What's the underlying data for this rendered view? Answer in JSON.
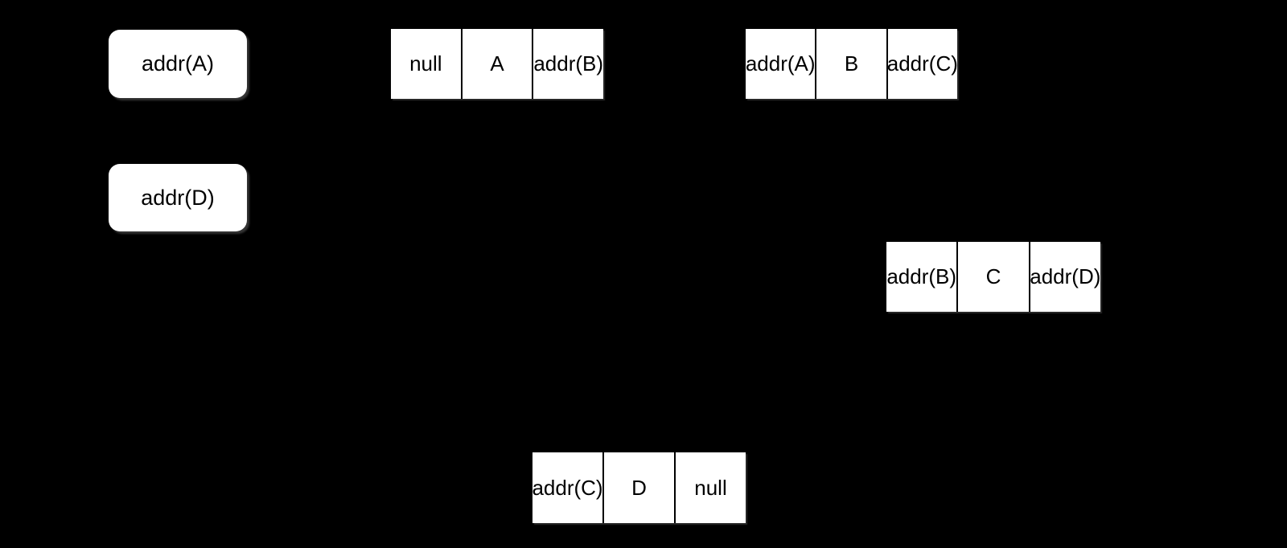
{
  "canvas": {
    "background_color": "#000000",
    "box_fill_color": "#ffffff",
    "line_and_text_color": "#000000"
  },
  "diagram": {
    "type": "doubly-linked-list",
    "pointers": [
      {
        "id": "head",
        "label": "addr(A)"
      },
      {
        "id": "tail",
        "label": "addr(D)"
      }
    ],
    "nodes": [
      {
        "id": "A",
        "prev": "null",
        "data": "A",
        "next": "addr(B)"
      },
      {
        "id": "B",
        "prev": "addr(A)",
        "data": "B",
        "next": "addr(C)"
      },
      {
        "id": "C",
        "prev": "addr(B)",
        "data": "C",
        "next": "addr(D)"
      },
      {
        "id": "D",
        "prev": "addr(C)",
        "data": "D",
        "next": "null"
      }
    ]
  }
}
